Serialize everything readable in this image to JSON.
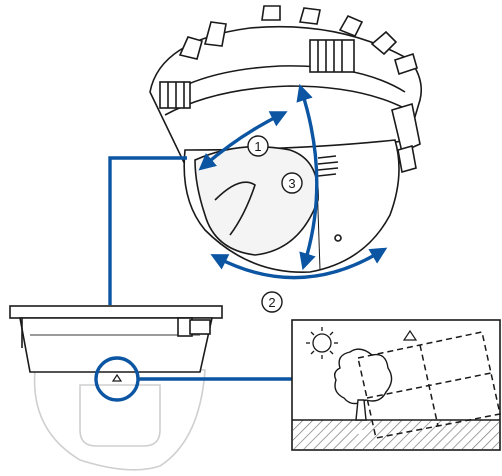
{
  "callouts": [
    {
      "id": "1"
    },
    {
      "id": "2"
    },
    {
      "id": "3"
    }
  ],
  "colors": {
    "accent": "#0b55a3",
    "line": "#1a1a1a",
    "light_gray": "#cfcfcf",
    "hatch": "#777777"
  },
  "icons": [
    "sun-icon",
    "tree-icon",
    "triangle-marker-icon"
  ]
}
